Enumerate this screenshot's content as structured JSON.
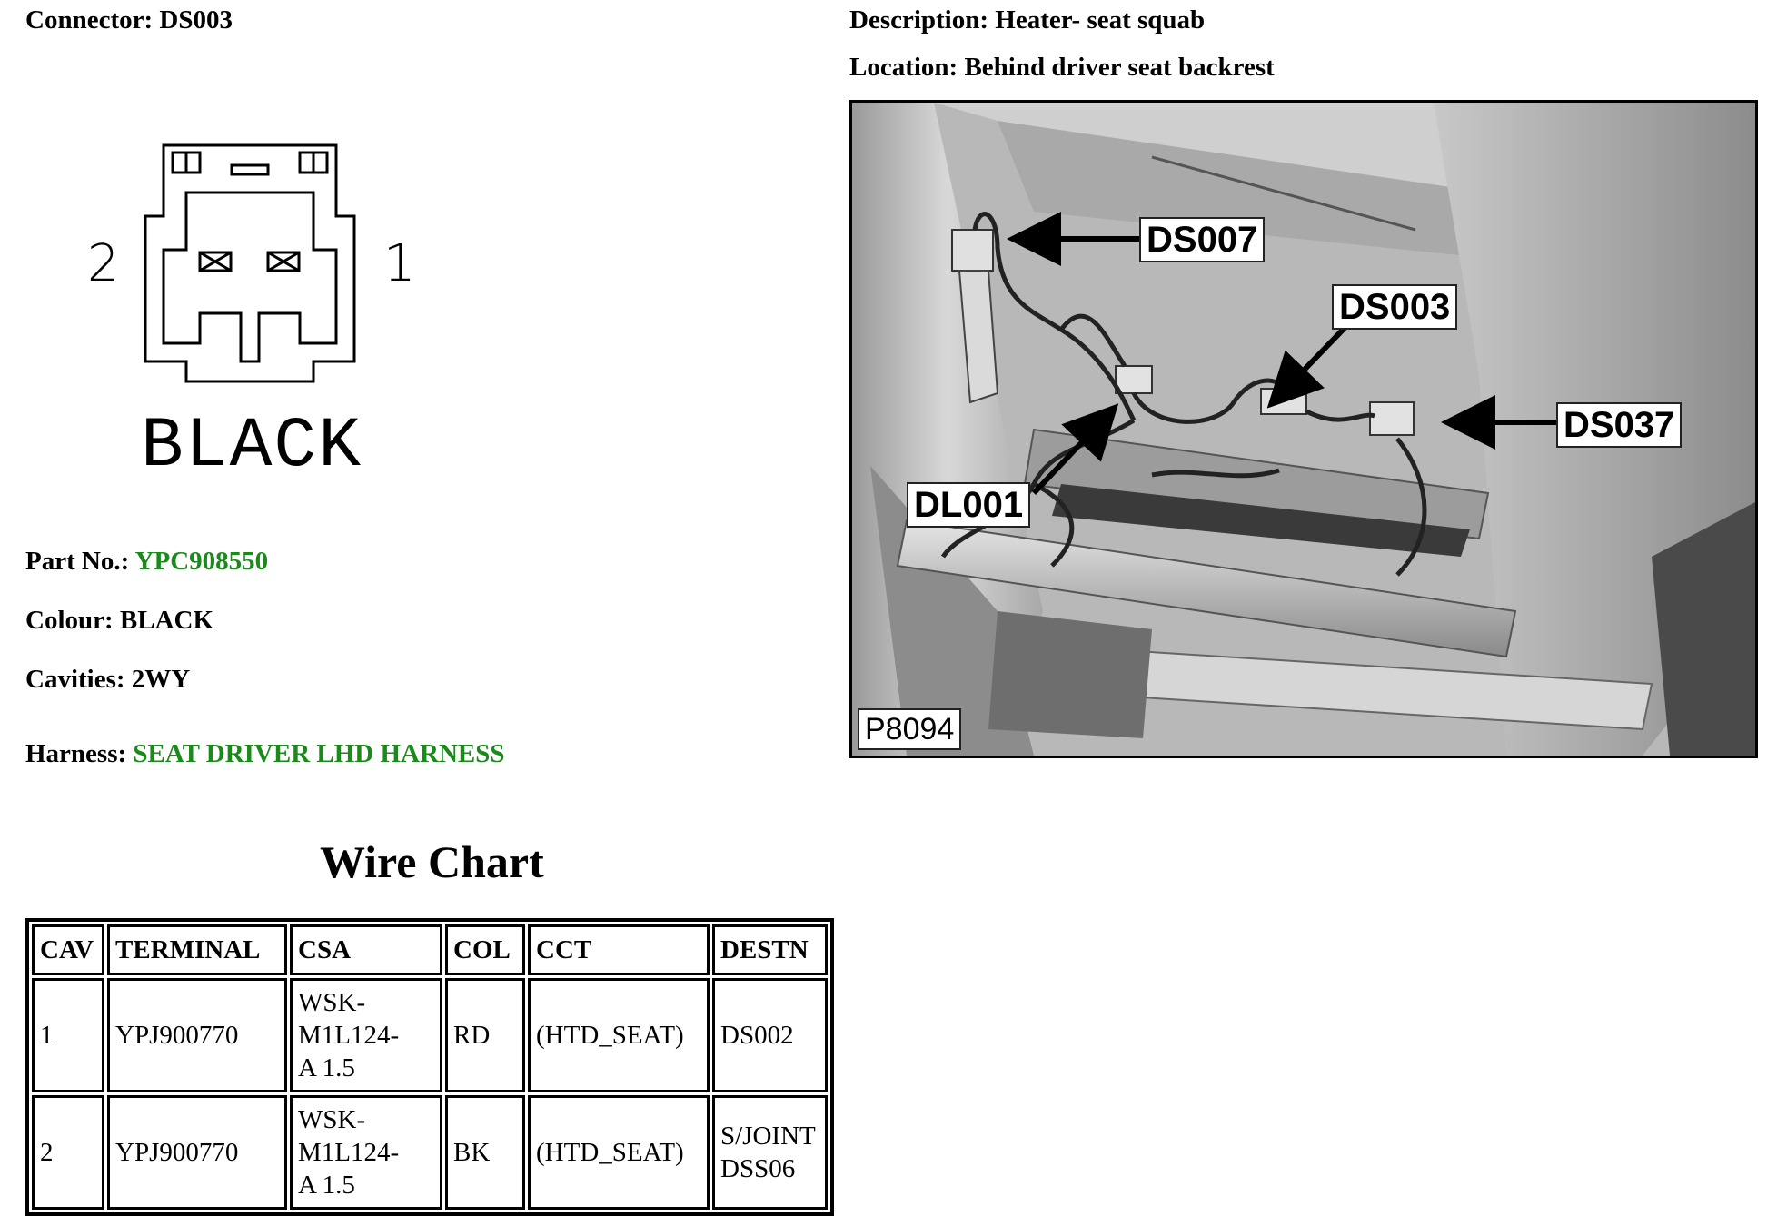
{
  "connector": {
    "label": "Connector:",
    "value": "DS003"
  },
  "description": {
    "label": "Description:",
    "value": "Heater- seat squab"
  },
  "location": {
    "label": "Location:",
    "value": "Behind driver seat backrest"
  },
  "diagram": {
    "pin_left": "2",
    "pin_right": "1",
    "colour_text": "BLACK"
  },
  "part_no": {
    "label": "Part No.:",
    "value": "YPC908550"
  },
  "colour": {
    "label": "Colour:",
    "value": "BLACK"
  },
  "cavities": {
    "label": "Cavities:",
    "value": "2WY"
  },
  "harness": {
    "label": "Harness:",
    "value": "SEAT DRIVER LHD HARNESS"
  },
  "wire_chart": {
    "title": "Wire Chart",
    "headers": [
      "CAV",
      "TERMINAL",
      "CSA",
      "COL",
      "CCT",
      "DESTN"
    ],
    "rows": [
      {
        "cav": "1",
        "terminal": "YPJ900770",
        "csa": [
          "WSK-",
          "M1L124-",
          "A 1.5"
        ],
        "col": "RD",
        "cct": "(HTD_SEAT)",
        "destn": [
          "DS002"
        ]
      },
      {
        "cav": "2",
        "terminal": "YPJ900770",
        "csa": [
          "WSK-",
          "M1L124-",
          "A 1.5"
        ],
        "col": "BK",
        "cct": "(HTD_SEAT)",
        "destn": [
          "S/JOINT",
          "DSS06"
        ]
      }
    ]
  },
  "photo": {
    "callouts": {
      "ds007": "DS007",
      "ds003": "DS003",
      "ds037": "DS037",
      "dl001": "DL001"
    },
    "figure_number": "P8094"
  },
  "colors": {
    "link_green": "#1a8a1a"
  }
}
